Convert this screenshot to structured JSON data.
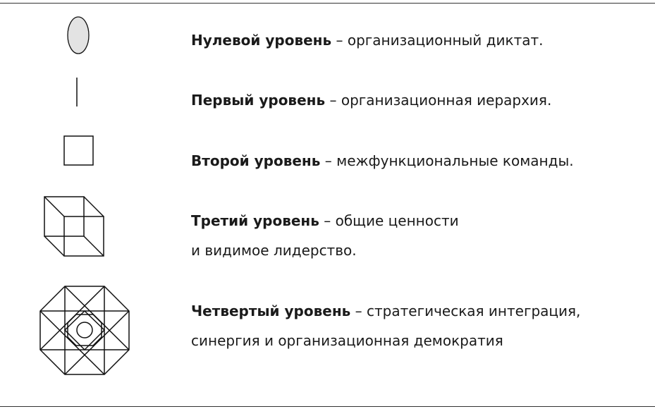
{
  "levels": [
    {
      "name": "Нулевой уровень",
      "sep": " – ",
      "line1": "организационный диктат.",
      "line2": ""
    },
    {
      "name": "Первый уровень",
      "sep": " – ",
      "line1": "организационная иерархия.",
      "line2": ""
    },
    {
      "name": "Второй уровень",
      "sep": " – ",
      "line1": "межфункциональные команды.",
      "line2": ""
    },
    {
      "name": "Третий уровень",
      "sep": " – ",
      "line1": "общие ценности",
      "line2": "и видимое лидерство."
    },
    {
      "name": "Четвертый уровень",
      "sep": " – ",
      "line1": "стратегическая интеграция,",
      "line2": "синергия и организационная демократия"
    }
  ],
  "colors": {
    "ellipse_fill": "#e3e3e3",
    "stroke": "#111111",
    "rule": "#333333"
  }
}
